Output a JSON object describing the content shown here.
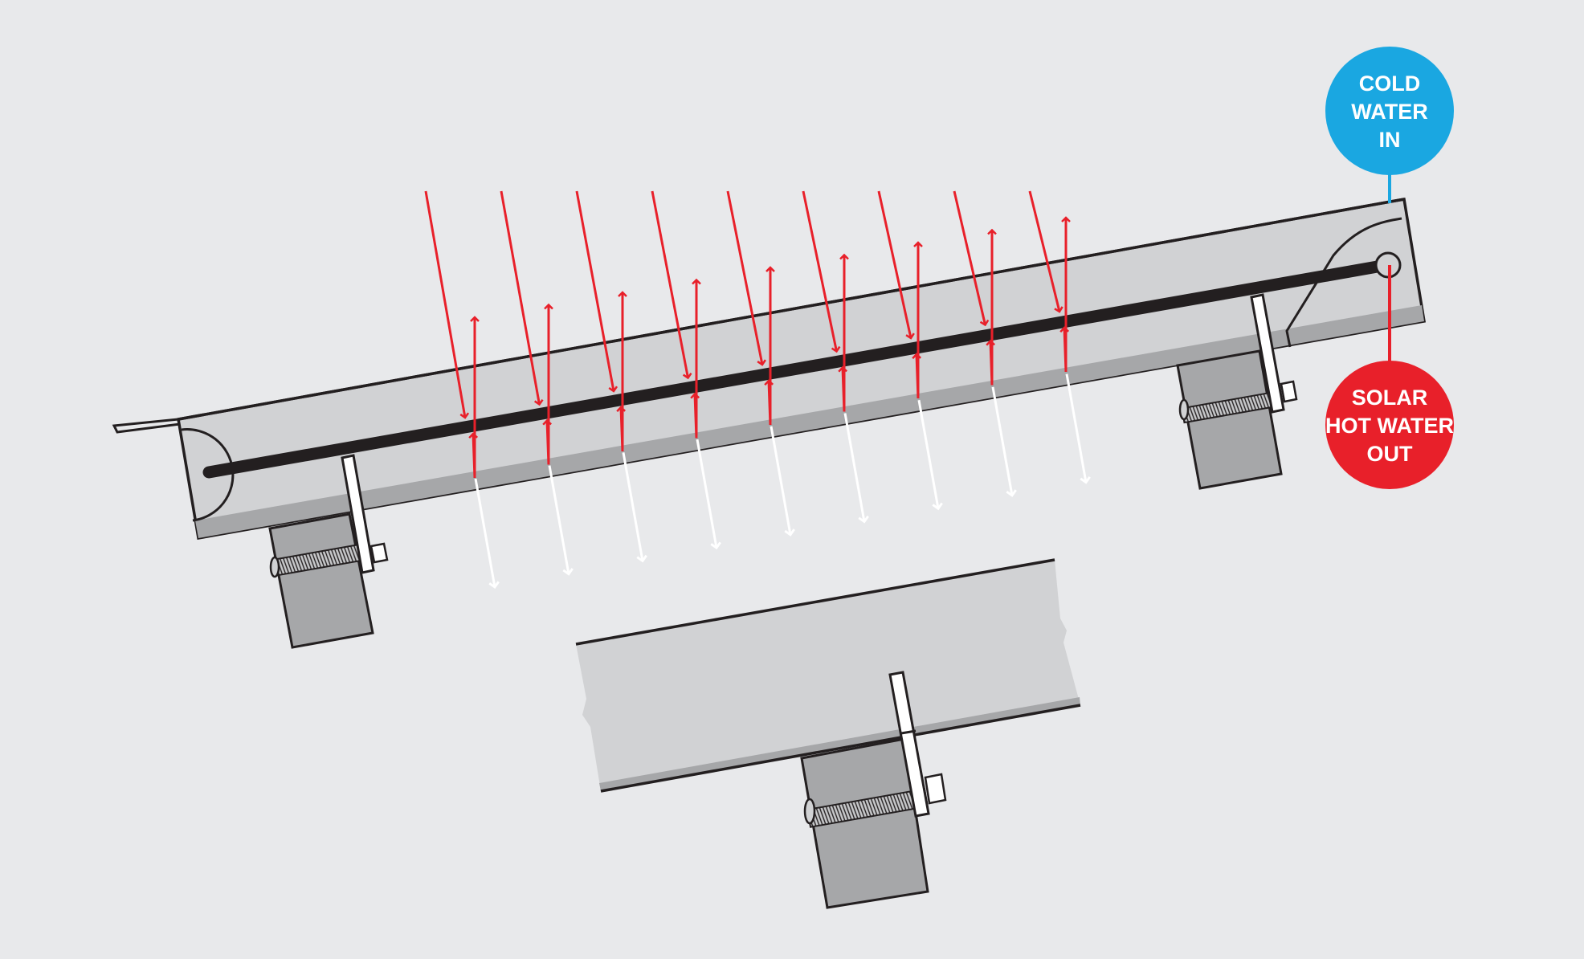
{
  "labels": {
    "cold_in": [
      "COLD",
      "WATER",
      "IN"
    ],
    "hot_out": [
      "SOLAR",
      "HOT WATER",
      "OUT"
    ]
  },
  "colors": {
    "background": "#e8e9eb",
    "cold": "#1aa7e1",
    "hot": "#e8202a",
    "panel": "#d1d2d4",
    "bracket": "#a6a7a9",
    "outline": "#231f20",
    "reflected": "#ffffff"
  },
  "icons": {
    "incoming_ray": "red-arrow-down",
    "reflected_ray": "red-arrow-up",
    "transmitted_ray": "white-arrow-down"
  }
}
